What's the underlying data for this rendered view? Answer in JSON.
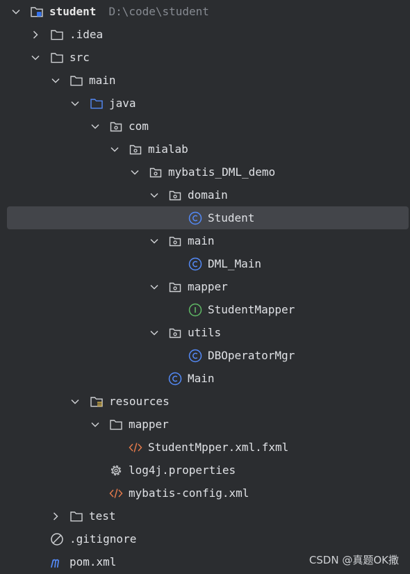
{
  "project_tree": {
    "root": {
      "name": "student",
      "path": "D:\\code\\student"
    },
    "items": [
      {
        "label": ".idea",
        "icon": "folder-icon"
      },
      {
        "label": "src",
        "icon": "folder-icon"
      },
      {
        "label": "main",
        "icon": "folder-icon"
      },
      {
        "label": "java",
        "icon": "source-root-folder-icon"
      },
      {
        "label": "com",
        "icon": "package-icon"
      },
      {
        "label": "mialab",
        "icon": "package-icon"
      },
      {
        "label": "mybatis_DML_demo",
        "icon": "package-icon"
      },
      {
        "label": "domain",
        "icon": "package-icon"
      },
      {
        "label": "Student",
        "icon": "class-icon",
        "selected": true
      },
      {
        "label": "main",
        "icon": "package-icon"
      },
      {
        "label": "DML_Main",
        "icon": "class-icon"
      },
      {
        "label": "mapper",
        "icon": "package-icon"
      },
      {
        "label": "StudentMapper",
        "icon": "interface-icon"
      },
      {
        "label": "utils",
        "icon": "package-icon"
      },
      {
        "label": "DBOperatorMgr",
        "icon": "class-icon"
      },
      {
        "label": "Main",
        "icon": "class-icon"
      },
      {
        "label": "resources",
        "icon": "resources-folder-icon"
      },
      {
        "label": "mapper",
        "icon": "folder-icon"
      },
      {
        "label": "StudentMpper.xml.fxml",
        "icon": "xml-icon"
      },
      {
        "label": "log4j.properties",
        "icon": "gear-icon"
      },
      {
        "label": "mybatis-config.xml",
        "icon": "xml-icon"
      },
      {
        "label": "test",
        "icon": "folder-icon"
      },
      {
        "label": ".gitignore",
        "icon": "ignore-file-icon"
      },
      {
        "label": "pom.xml",
        "icon": "maven-icon"
      }
    ]
  },
  "watermark": {
    "text": "CSDN @真题OK撒"
  },
  "colors": {
    "background": "#2b2d30",
    "selection": "#43454a",
    "text": "#dfe1e5",
    "path_text": "#868a91",
    "class_icon": "#548af7",
    "interface_icon": "#5fb865",
    "xml_icon": "#e0784a",
    "source_folder": "#548af7",
    "resources_bars": "#d8b34a"
  }
}
